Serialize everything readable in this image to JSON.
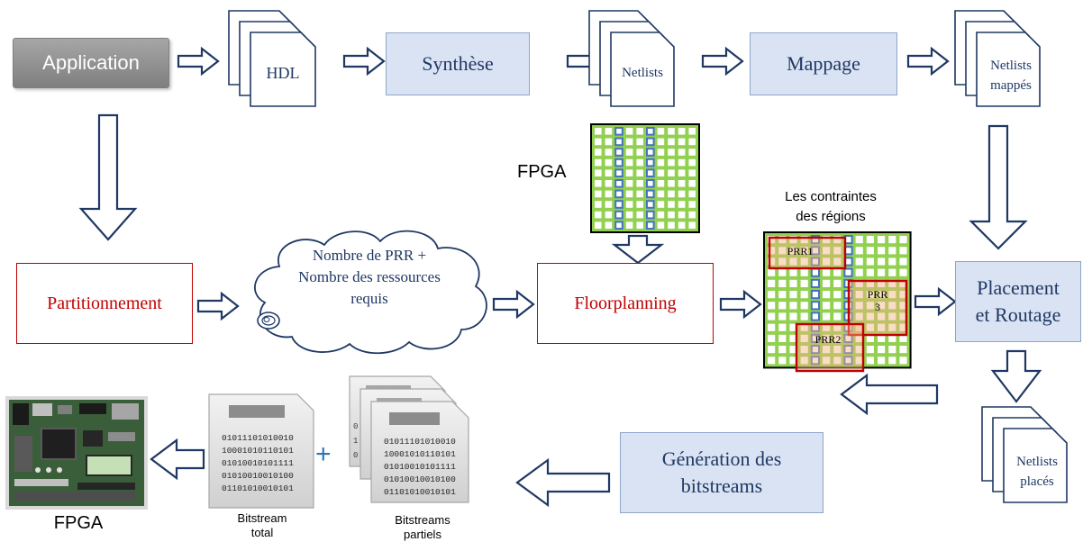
{
  "nodes": {
    "application": "Application",
    "hdl": "HDL",
    "synthese": "Synthèse",
    "netlists": "Netlists",
    "mappage": "Mappage",
    "netlists_mappes_1": "Netlists",
    "netlists_mappes_2": "mappés",
    "partitionnement": "Partitionnement",
    "cloud_1": "Nombre de PRR +",
    "cloud_2": "Nombre des ressources",
    "cloud_3": "requis",
    "floorplanning": "Floorplanning",
    "contraintes_1": "Les contraintes",
    "contraintes_2": "des régions",
    "placement_1": "Placement",
    "placement_2": "et Routage",
    "fpga_top": "FPGA",
    "prr1": "PRR1",
    "prr2": "PRR2",
    "prr3_1": "PRR",
    "prr3_2": "3",
    "netlists_places_1": "Netlists",
    "netlists_places_2": "placés",
    "generation_1": "Génération des",
    "generation_2": "bitstreams",
    "bitstreams_partiels_1": "Bitstreams",
    "bitstreams_partiels_2": "partiels",
    "bitstream_total_1": "Bitstream",
    "bitstream_total_2": "total",
    "plus": "+",
    "fpga_bottom": "FPGA"
  },
  "bits": {
    "line1": "01011101010010",
    "line2": "10001010110101",
    "line3": "01010010101111",
    "line4": "01010010010100",
    "line5": "01101010010101",
    "back1": "0",
    "back2": "1",
    "back3": "0"
  },
  "colors": {
    "blue_box_fill": "#dae3f3",
    "blue_box_border": "#8ea6c9",
    "red": "#c00000",
    "arrow_stroke": "#1f3864",
    "grid_green": "#92d050",
    "grid_blue": "#4472c4",
    "prr_fill": "#f4b183"
  }
}
